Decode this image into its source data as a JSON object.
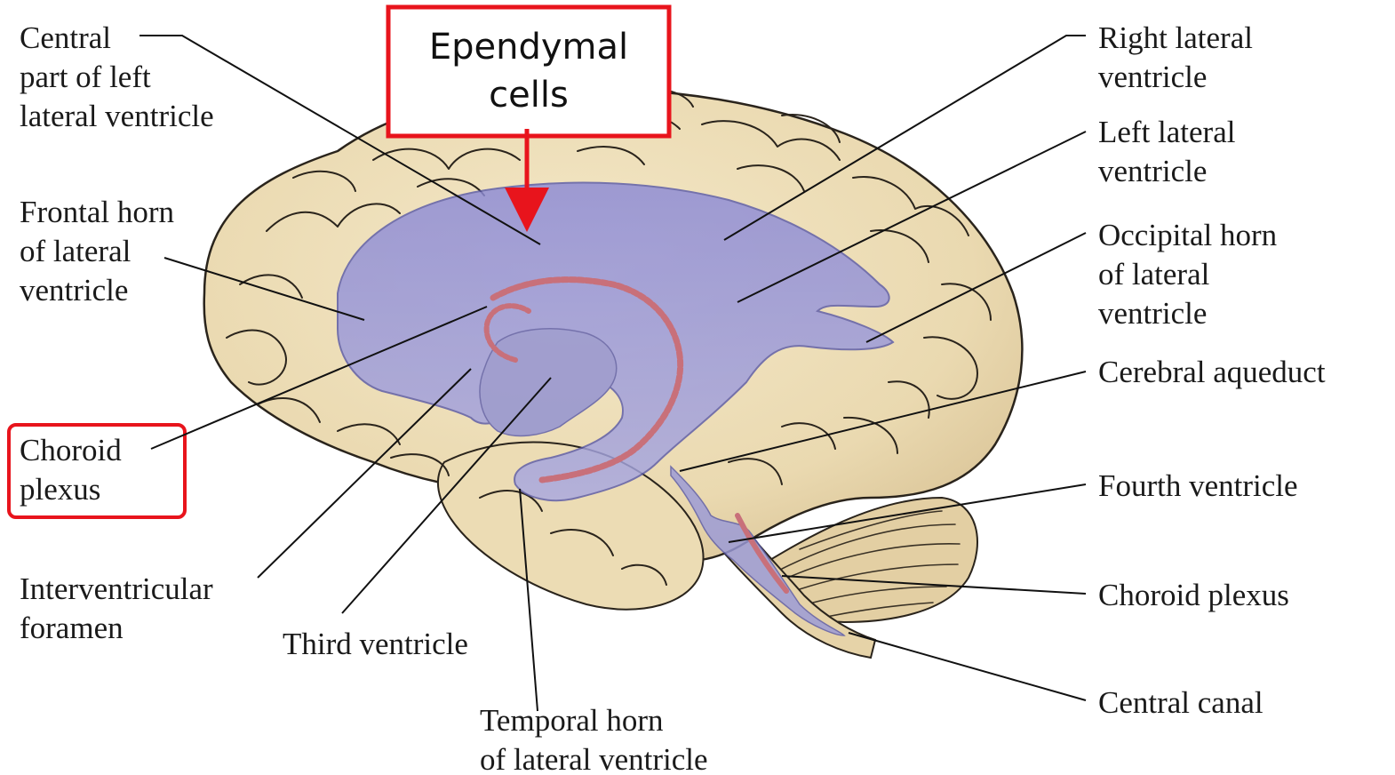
{
  "figure": {
    "callout_lines": [
      "Ependymal",
      "cells"
    ],
    "colors": {
      "callout_border": "#e8141c",
      "arrow": "#e8141c",
      "brain_fill": "#ecdcb4",
      "ventricle_fill": "#9a9ad8",
      "choroid_plexus": "#c8707a"
    },
    "labels": {
      "central_part": [
        "Central",
        "part of left",
        "lateral ventricle"
      ],
      "frontal_horn": [
        "Frontal horn",
        "of lateral",
        "ventricle"
      ],
      "choroid_plexus_left": [
        "Choroid",
        "plexus"
      ],
      "interventricular_foramen": [
        "Interventricular",
        "foramen"
      ],
      "third_ventricle": [
        "Third ventricle"
      ],
      "temporal_horn": [
        "Temporal horn",
        "of lateral ventricle"
      ],
      "right_lateral": [
        "Right lateral",
        "ventricle"
      ],
      "left_lateral": [
        "Left lateral",
        "ventricle"
      ],
      "occipital_horn": [
        "Occipital horn",
        "of lateral",
        "ventricle"
      ],
      "cerebral_aqueduct": [
        "Cerebral aqueduct"
      ],
      "fourth_ventricle": [
        "Fourth ventricle"
      ],
      "choroid_plexus_right": [
        "Choroid plexus"
      ],
      "central_canal": [
        "Central canal"
      ]
    }
  }
}
